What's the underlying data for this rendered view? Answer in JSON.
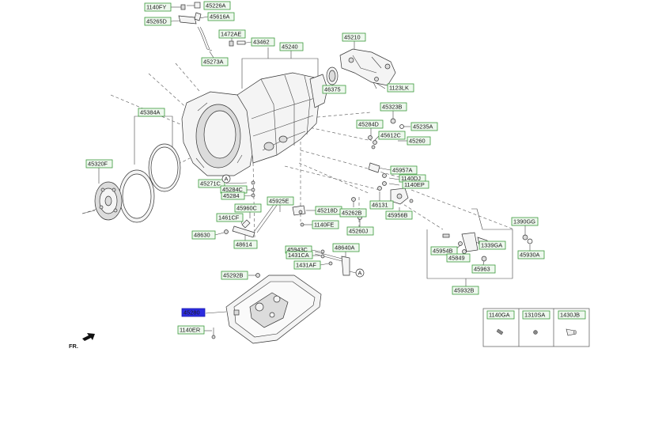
{
  "direction_label": "FR.",
  "callout_marker": "A",
  "labels": [
    {
      "id": "1140FY",
      "text": "1140FY"
    },
    {
      "id": "45226A",
      "text": "45226A"
    },
    {
      "id": "45265D",
      "text": "45265D"
    },
    {
      "id": "45616A",
      "text": "45616A"
    },
    {
      "id": "1472AE",
      "text": "1472AE"
    },
    {
      "id": "43462",
      "text": "43462"
    },
    {
      "id": "45273A",
      "text": "45273A"
    },
    {
      "id": "45240",
      "text": "45240"
    },
    {
      "id": "45210",
      "text": "45210"
    },
    {
      "id": "46375",
      "text": "46375"
    },
    {
      "id": "1123LK",
      "text": "1123LK"
    },
    {
      "id": "45384A",
      "text": "45384A"
    },
    {
      "id": "45323B",
      "text": "45323B"
    },
    {
      "id": "45284D",
      "text": "45284D"
    },
    {
      "id": "45235A",
      "text": "45235A"
    },
    {
      "id": "45612C",
      "text": "45612C"
    },
    {
      "id": "45260",
      "text": "45260"
    },
    {
      "id": "45320F",
      "text": "45320F"
    },
    {
      "id": "45957A",
      "text": "45957A"
    },
    {
      "id": "1140DJ",
      "text": "1140DJ"
    },
    {
      "id": "1140EP",
      "text": "1140EP"
    },
    {
      "id": "45271C",
      "text": "45271C"
    },
    {
      "id": "45284C",
      "text": "45284C"
    },
    {
      "id": "45284",
      "text": "45284"
    },
    {
      "id": "46131",
      "text": "46131"
    },
    {
      "id": "45956B",
      "text": "45956B"
    },
    {
      "id": "45925E",
      "text": "45925E"
    },
    {
      "id": "45960C",
      "text": "45960C"
    },
    {
      "id": "45218D",
      "text": "45218D"
    },
    {
      "id": "45262B",
      "text": "45262B"
    },
    {
      "id": "1461CF",
      "text": "1461CF"
    },
    {
      "id": "1140FE",
      "text": "1140FE"
    },
    {
      "id": "45260J",
      "text": "45260J"
    },
    {
      "id": "48630",
      "text": "48630"
    },
    {
      "id": "48614",
      "text": "48614"
    },
    {
      "id": "1390GG",
      "text": "1390GG"
    },
    {
      "id": "45954B",
      "text": "45954B"
    },
    {
      "id": "1339GA",
      "text": "1339GA"
    },
    {
      "id": "45849",
      "text": "45849"
    },
    {
      "id": "45930A",
      "text": "45930A"
    },
    {
      "id": "45943C",
      "text": "45943C"
    },
    {
      "id": "1431CA",
      "text": "1431CA"
    },
    {
      "id": "48640A",
      "text": "48640A"
    },
    {
      "id": "1431AF",
      "text": "1431AF"
    },
    {
      "id": "45963",
      "text": "45963"
    },
    {
      "id": "45292B",
      "text": "45292B"
    },
    {
      "id": "45932B",
      "text": "45932B"
    },
    {
      "id": "45280",
      "text": "45280",
      "highlight": true
    },
    {
      "id": "1140ER",
      "text": "1140ER"
    }
  ],
  "legend_table": {
    "headers": [
      "1140GA",
      "1310SA",
      "1430JB"
    ]
  }
}
